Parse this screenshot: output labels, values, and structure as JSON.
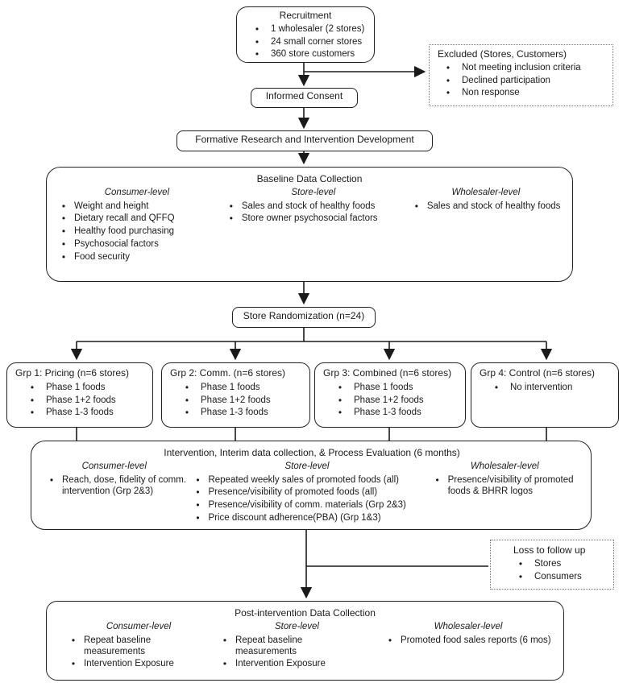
{
  "recruitment": {
    "title": "Recruitment",
    "bullets": [
      "1 wholesaler (2 stores)",
      "24 small corner stores",
      "360 store customers"
    ]
  },
  "excluded": {
    "title": "Excluded (Stores, Customers)",
    "bullets": [
      "Not meeting inclusion criteria",
      "Declined participation",
      "Non response"
    ]
  },
  "informed_consent": {
    "title": "Informed Consent"
  },
  "formative": {
    "title": "Formative Research and Intervention Development"
  },
  "baseline": {
    "title": "Baseline Data Collection",
    "columns": [
      {
        "heading": "Consumer-level",
        "bullets": [
          "Weight and height",
          "Dietary recall and QFFQ",
          "Healthy food purchasing",
          "Psychosocial factors",
          "Food security"
        ]
      },
      {
        "heading": "Store-level",
        "bullets": [
          "Sales and stock of healthy foods",
          "Store owner psychosocial factors"
        ]
      },
      {
        "heading": "Wholesaler-level",
        "bullets": [
          "Sales and stock of healthy foods"
        ]
      }
    ]
  },
  "randomization": {
    "title": "Store Randomization (n=24)"
  },
  "groups": [
    {
      "title": "Grp 1: Pricing (n=6 stores)",
      "bullets": [
        "Phase 1 foods",
        "Phase 1+2 foods",
        "Phase 1-3 foods"
      ]
    },
    {
      "title": "Grp 2: Comm. (n=6 stores)",
      "bullets": [
        "Phase 1 foods",
        "Phase 1+2 foods",
        "Phase 1-3 foods"
      ]
    },
    {
      "title": "Grp 3: Combined (n=6 stores)",
      "bullets": [
        "Phase 1 foods",
        "Phase 1+2 foods",
        "Phase 1-3 foods"
      ]
    },
    {
      "title": "Grp 4: Control (n=6 stores)",
      "bullets": [
        "No intervention"
      ]
    }
  ],
  "intervention": {
    "title": "Intervention, Interim data collection, & Process Evaluation (6 months)",
    "columns": [
      {
        "heading": "Consumer-level",
        "bullets": [
          "Reach, dose, fidelity of comm. intervention (Grp 2&3)"
        ]
      },
      {
        "heading": "Store-level",
        "bullets": [
          "Repeated weekly sales of promoted foods (all)",
          "Presence/visibility of promoted foods (all)",
          "Presence/visibility of comm. materials (Grp 2&3)",
          "Price discount adherence(PBA) (Grp 1&3)"
        ]
      },
      {
        "heading": "Wholesaler-level",
        "bullets": [
          "Presence/visibility of promoted foods & BHRR logos"
        ]
      }
    ]
  },
  "loss_followup": {
    "title": "Loss to follow up",
    "bullets": [
      "Stores",
      "Consumers"
    ]
  },
  "post": {
    "title": "Post-intervention Data Collection",
    "columns": [
      {
        "heading": "Consumer-level",
        "bullets": [
          "Repeat baseline measurements",
          "Intervention Exposure"
        ]
      },
      {
        "heading": "Store-level",
        "bullets": [
          "Repeat baseline measurements",
          "Intervention Exposure"
        ]
      },
      {
        "heading": "Wholesaler-level",
        "bullets": [
          "Promoted food sales reports (6 mos)"
        ]
      }
    ]
  },
  "colors": {
    "line": "#1a1a1a",
    "border": "#222222",
    "dotted_border": "#777777"
  }
}
